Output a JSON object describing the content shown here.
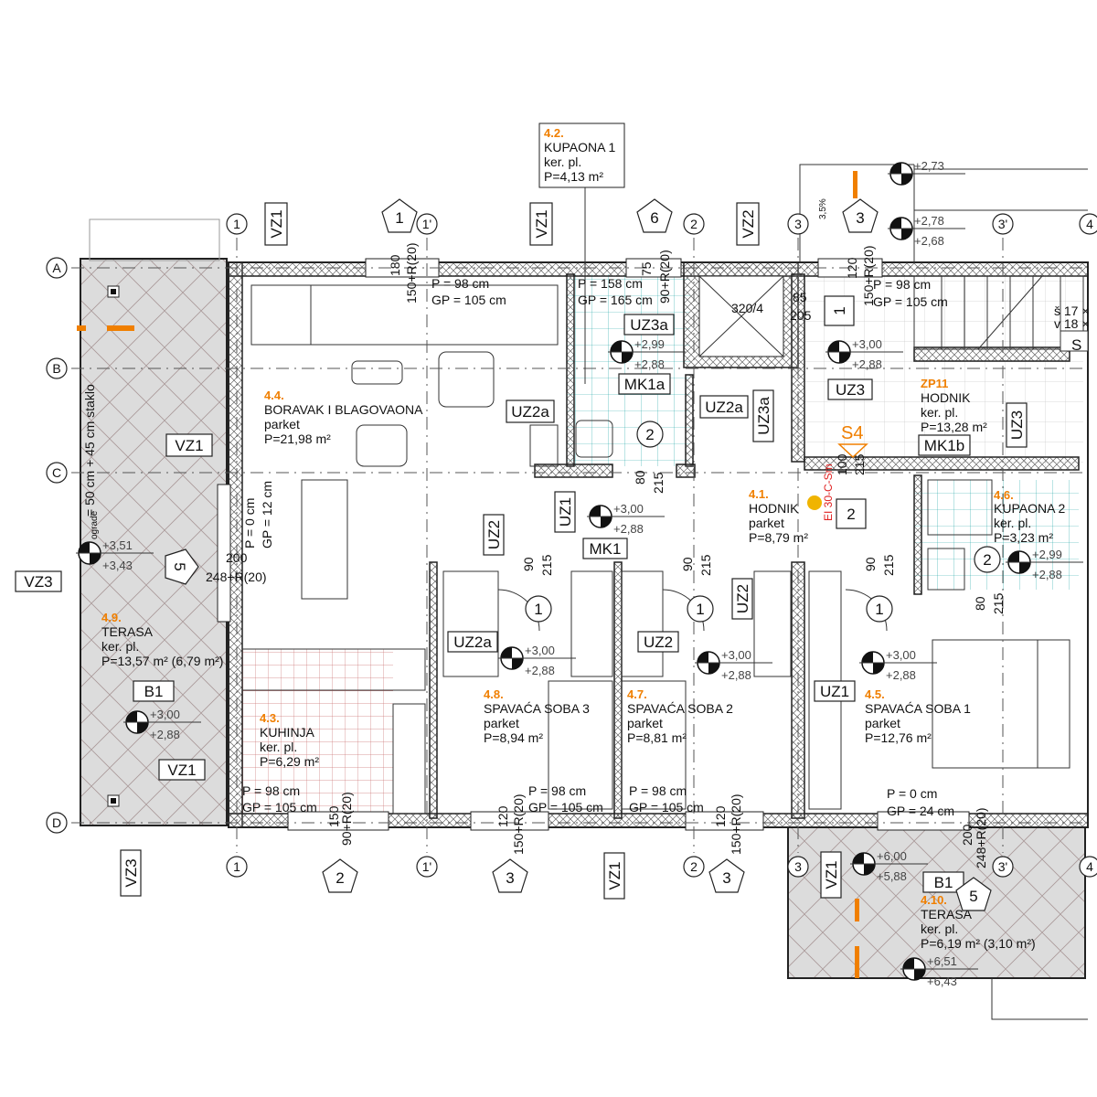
{
  "grid": {
    "rows": [
      "A",
      "B",
      "C",
      "D"
    ],
    "cols_top": [
      "1",
      "1'",
      "2",
      "3",
      "3'",
      "4"
    ],
    "cols_bottom": [
      "1",
      "1'",
      "2",
      "3",
      "3'",
      "4"
    ]
  },
  "rooms": [
    {
      "num": "4.2.",
      "name": "KUPAONA 1",
      "floor": "ker. pl.",
      "area": "P=4,13 m²"
    },
    {
      "num": "4.4.",
      "name": "BORAVAK I BLAGOVAONA",
      "floor": "parket",
      "area": "P=21,98 m²"
    },
    {
      "num": "ZP11",
      "name": "HODNIK",
      "floor": "ker. pl.",
      "area": "P=13,28 m²"
    },
    {
      "num": "4.1.",
      "name": "HODNIK",
      "floor": "parket",
      "area": "P=8,79 m²"
    },
    {
      "num": "4.6.",
      "name": "KUPAONA 2",
      "floor": "ker. pl.",
      "area": "P=3,23 m²"
    },
    {
      "num": "4.9.",
      "name": "TERASA",
      "floor": "ker. pl.",
      "area": "P=13,57 m² (6,79 m²)"
    },
    {
      "num": "4.3.",
      "name": "KUHINJA",
      "floor": "ker. pl.",
      "area": "P=6,29 m²"
    },
    {
      "num": "4.8.",
      "name": "SPAVAĆA SOBA 3",
      "floor": "parket",
      "area": "P=8,94 m²"
    },
    {
      "num": "4.7.",
      "name": "SPAVAĆA SOBA 2",
      "floor": "parket",
      "area": "P=8,81 m²"
    },
    {
      "num": "4.5.",
      "name": "SPAVAĆA SOBA 1",
      "floor": "parket",
      "area": "P=12,76 m²"
    },
    {
      "num": "4.10.",
      "name": "TERASA",
      "floor": "ker. pl.",
      "area": "P=6,19 m²  (3,10 m²)"
    }
  ],
  "levels": [
    [
      "+2,73"
    ],
    [
      "+2,78",
      "+2,68"
    ],
    [
      "+2,99",
      "+2,88"
    ],
    [
      "+3,00",
      "+2,88"
    ],
    [
      "+3,00",
      "+2,88"
    ],
    [
      "+3,51",
      "+3,43"
    ],
    [
      "+2,99",
      "+2,88"
    ],
    [
      "+3,00",
      "+2,88"
    ],
    [
      "+3,00",
      "+2,88"
    ],
    [
      "+3,00",
      "+2,88"
    ],
    [
      "+3,00",
      "+2,88"
    ],
    [
      "+6,00",
      "+5,88"
    ],
    [
      "+6,51",
      "+6,43"
    ]
  ],
  "tags": [
    "VZ1",
    "VZ1",
    "VZ2",
    "VZ1",
    "UZ2a",
    "UZ2a",
    "UZ3a",
    "MK1a",
    "UZ3a",
    "UZ3",
    "UZ3",
    "MK1b",
    "UZ1",
    "MK1",
    "UZ2",
    "UZ2",
    "UZ2a",
    "UZ2",
    "UZ1",
    "VZ3",
    "B1",
    "VZ1",
    "VZ3",
    "VZ1",
    "VZ1",
    "B1",
    "1",
    "2"
  ],
  "pentagons": [
    "1",
    "6",
    "3",
    "5",
    "2",
    "3",
    "3",
    "5"
  ],
  "doors": [
    "2",
    "1",
    "1",
    "1",
    "2"
  ],
  "openings": [
    [
      "P = 98 cm",
      "GP = 105 cm"
    ],
    [
      "P = 158 cm",
      "GP = 165 cm"
    ],
    [
      "P = 98 cm",
      "GP = 105 cm"
    ],
    [
      "P = 0 cm",
      "GP = 12 cm"
    ],
    [
      "P = 98 cm",
      "GP = 105 cm"
    ],
    [
      "P = 98 cm",
      "GP = 105 cm"
    ],
    [
      "P = 98 cm",
      "GP = 105 cm"
    ],
    [
      "P = 0 cm",
      "GP = 24 cm"
    ]
  ],
  "dims": [
    "180",
    "150+R(20)",
    "75",
    "90+R(20)",
    "120",
    "150+R(20)",
    "320/4",
    "85",
    "205",
    "80",
    "215",
    "100",
    "215",
    "90",
    "215",
    "90",
    "215",
    "90",
    "215",
    "80",
    "215",
    "200",
    "248+R(20)",
    "150",
    "90+R(20)",
    "120",
    "150+R(20)",
    "120",
    "150+R(20)",
    "200",
    "248+R(20)"
  ],
  "notes": {
    "stair1": "š 17 ×",
    "stair2": "v 18 ×",
    "stair_tag": "S",
    "slope": "3,5%",
    "railing": "= 50 cm + 45 cm staklo",
    "railing2": "ograde",
    "fire": "EI 30-C-Sm",
    "section": "S4"
  },
  "colors": {
    "accent": "#f07f00",
    "fire": "#e02020",
    "terrace": "#dcdcdc",
    "tile": "#1aa3a3"
  }
}
